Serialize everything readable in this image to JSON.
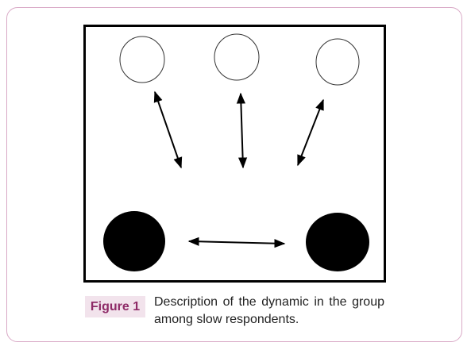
{
  "figure": {
    "label": "Figure 1",
    "caption": "Description of the dynamic in the group among slow respondents."
  },
  "colors": {
    "frame_border": "#d9a9c6",
    "label_background": "#f2e3ec",
    "label_text": "#8e2a67",
    "node_filled": "#000000",
    "node_empty": "#ffffff"
  },
  "diagram": {
    "nodes": [
      {
        "id": "top-left",
        "style": "empty"
      },
      {
        "id": "top-center",
        "style": "empty"
      },
      {
        "id": "top-right",
        "style": "empty"
      },
      {
        "id": "bottom-left",
        "style": "filled"
      },
      {
        "id": "bottom-right",
        "style": "filled"
      }
    ],
    "arrows": [
      {
        "between": [
          "top-left",
          "bottom-center-area"
        ],
        "direction": "bidirectional"
      },
      {
        "between": [
          "top-center",
          "bottom-center-area"
        ],
        "direction": "bidirectional"
      },
      {
        "between": [
          "top-right",
          "bottom-center-area"
        ],
        "direction": "bidirectional"
      },
      {
        "between": [
          "bottom-left",
          "bottom-right"
        ],
        "direction": "bidirectional"
      }
    ]
  }
}
